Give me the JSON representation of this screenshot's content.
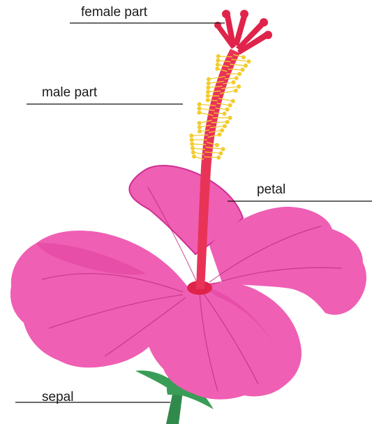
{
  "labels": {
    "female_part": "female part",
    "male_part": "male part",
    "petal": "petal",
    "sepal": "sepal"
  },
  "colors": {
    "petal_fill": "#ef5fb4",
    "petal_shade": "#e0409f",
    "petal_vein": "#b8277a",
    "petal_outline": "#cf2f91",
    "stigma": "#e0234a",
    "style_tube": "#e83357",
    "anther": "#f2cc2e",
    "sepal": "#3a9d57",
    "stem": "#2f8a4b",
    "text": "#1a1a1a"
  }
}
